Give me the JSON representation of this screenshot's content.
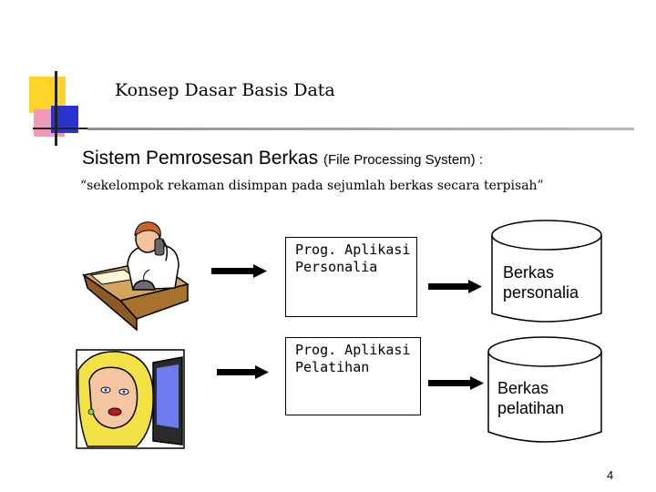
{
  "slide": {
    "title": "Konsep Dasar Basis Data",
    "subtitle_main": "Sistem Pemrosesan Berkas",
    "subtitle_paren": "(File Processing System) :",
    "definition": "“sekelompok rekaman disimpan pada sejumlah berkas secara terpisah”",
    "page_number": "4"
  },
  "programs": [
    {
      "line1": "Prog. Aplikasi",
      "line2": "Personalia"
    },
    {
      "line1": "Prog. Aplikasi",
      "line2": "Pelatihan"
    }
  ],
  "files": [
    {
      "line1": "Berkas",
      "line2": "personalia"
    },
    {
      "line1": "Berkas",
      "line2": "pelatihan"
    }
  ],
  "colors": {
    "square_yellow": "#FFD428",
    "square_pink": "#F19AB8",
    "square_blue": "#2B33CF"
  }
}
